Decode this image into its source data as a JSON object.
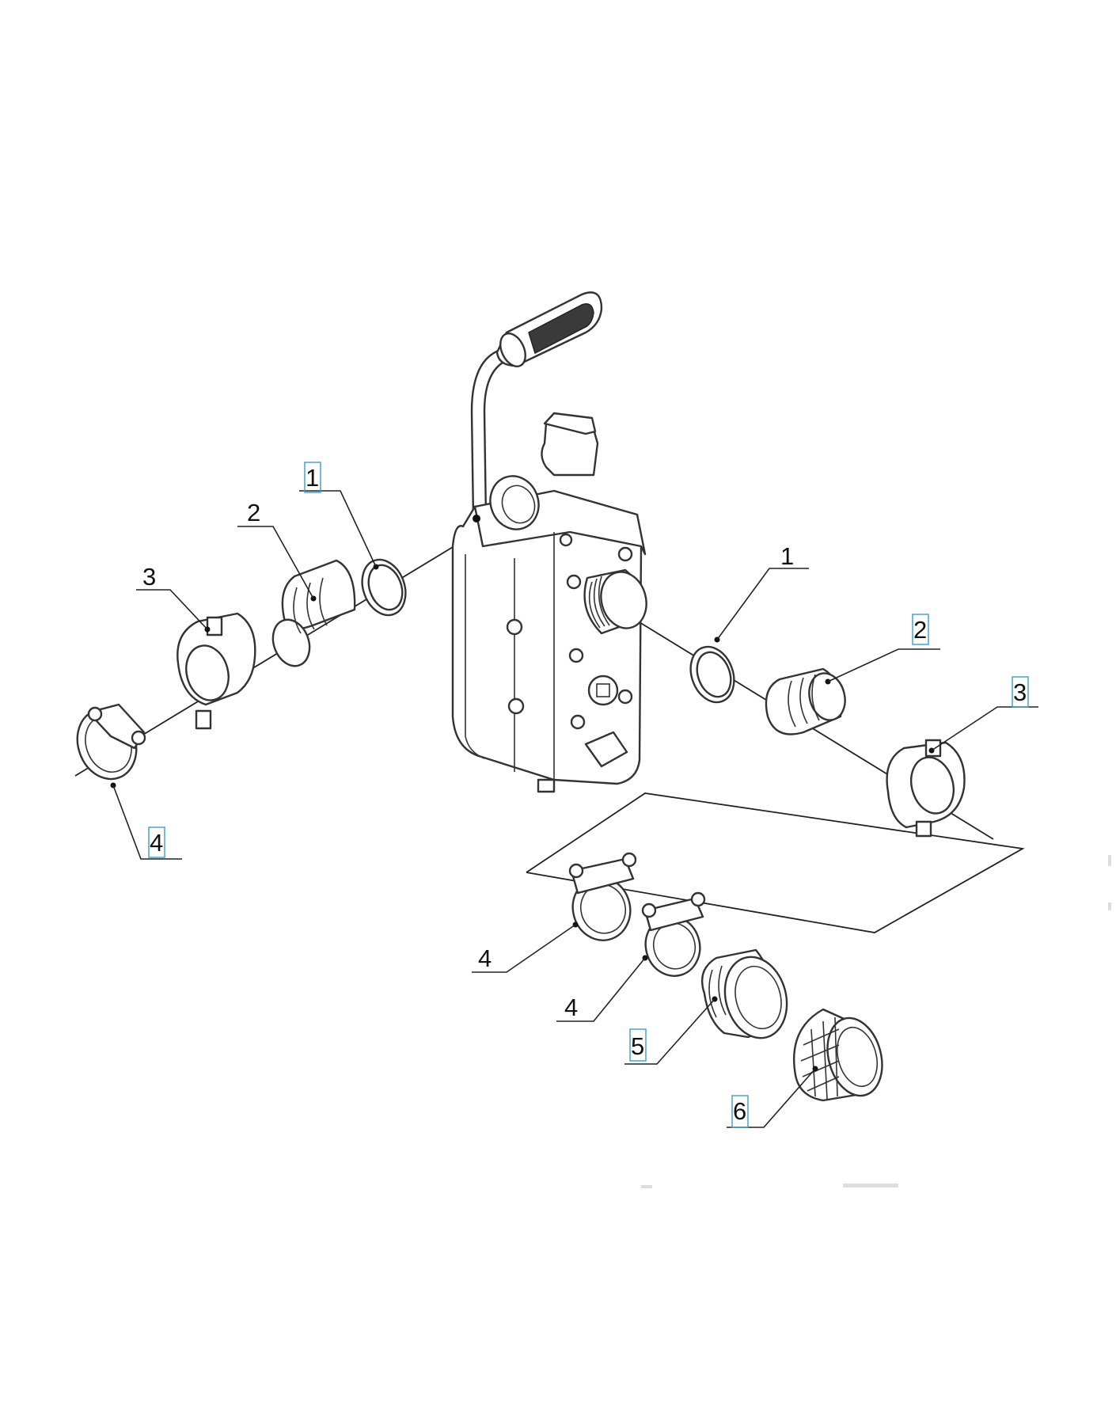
{
  "callouts": [
    {
      "id": "c1a",
      "label": "1",
      "boxed": true
    },
    {
      "id": "c2a",
      "label": "2",
      "boxed": false
    },
    {
      "id": "c3a",
      "label": "3",
      "boxed": false
    },
    {
      "id": "c4a",
      "label": "4",
      "boxed": true
    },
    {
      "id": "c1b",
      "label": "1",
      "boxed": false
    },
    {
      "id": "c2b",
      "label": "2",
      "boxed": true
    },
    {
      "id": "c3b",
      "label": "3",
      "boxed": true
    },
    {
      "id": "c4b",
      "label": "4",
      "boxed": false
    },
    {
      "id": "c4c",
      "label": "4",
      "boxed": false
    },
    {
      "id": "c5",
      "label": "5",
      "boxed": true
    },
    {
      "id": "c6",
      "label": "6",
      "boxed": true
    }
  ]
}
